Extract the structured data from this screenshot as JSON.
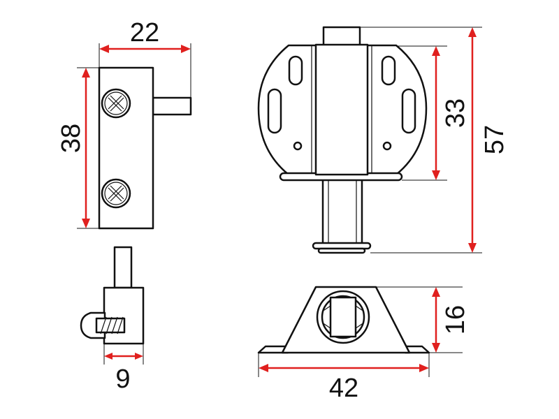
{
  "colors": {
    "dimension": "#e0201e",
    "outline": "#111111",
    "background": "#ffffff"
  },
  "dimensions": {
    "side_width": "22",
    "side_height": "38",
    "front_inner_height": "33",
    "front_total_height": "57",
    "bottom_depth": "9",
    "base_height": "16",
    "base_width": "42"
  }
}
